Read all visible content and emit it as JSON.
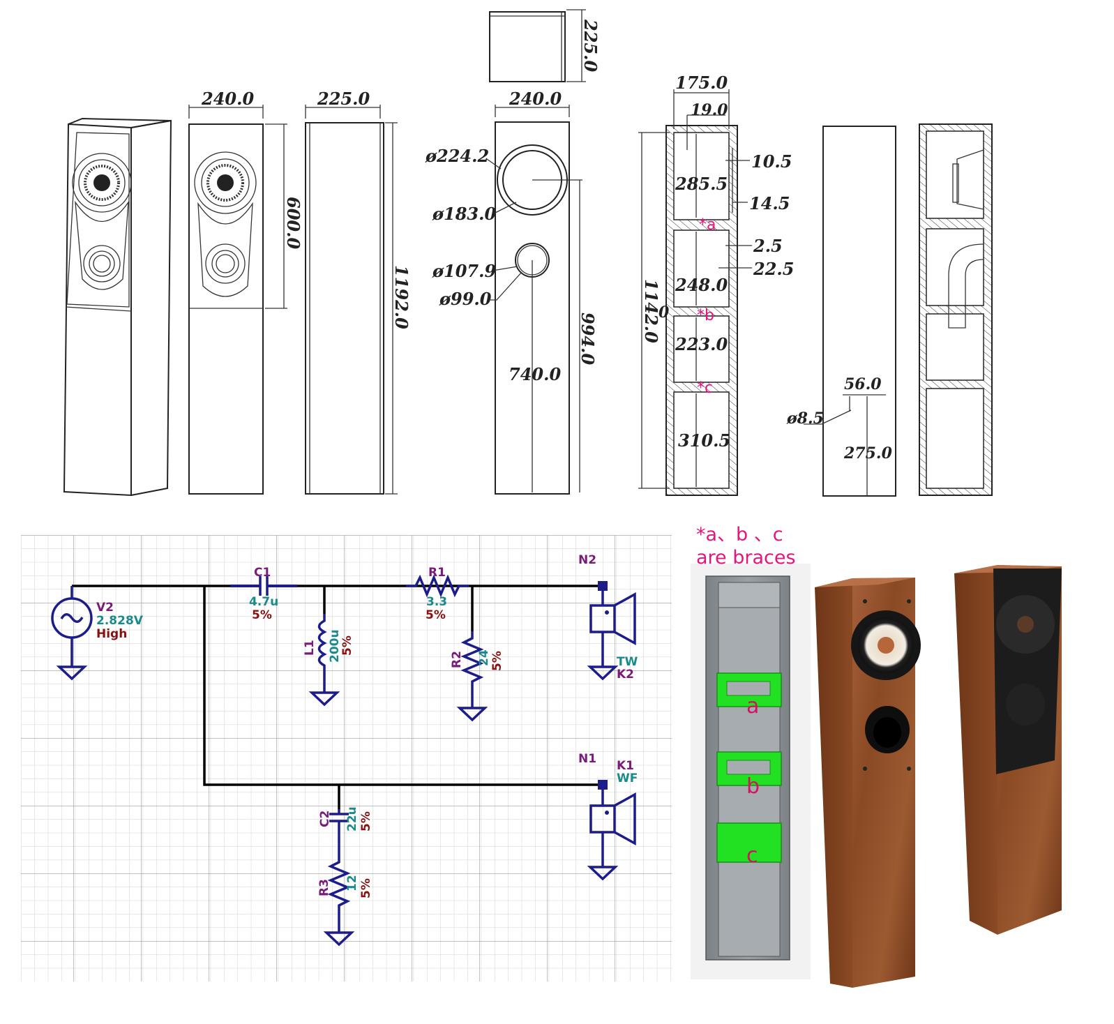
{
  "drawing": {
    "dims": {
      "top_depth": "225.0",
      "front_width": "240.0",
      "side_depth": "225.0",
      "baffle_width": "240.0",
      "height_600": "600.0",
      "height_1192": "1192.0",
      "dia_224": "ø224.2",
      "dia_183": "ø183.0",
      "dia_107": "ø107.9",
      "dia_99": "ø99.0",
      "h_994": "994.0",
      "h_740": "740.0",
      "inner_175": "175.0",
      "wall_19": "19.0",
      "d_10_5": "10.5",
      "d_14_5": "14.5",
      "d_2_5": "2.5",
      "d_22_5": "22.5",
      "c_285": "285.5",
      "c_248": "248.0",
      "c_223": "223.0",
      "c_310": "310.5",
      "h_1142": "1142.0",
      "zero": "0",
      "port_56": "56.0",
      "port_dia": "ø8.5",
      "port_275": "275.0"
    },
    "brace_markers": {
      "a": "*a",
      "b": "*b",
      "c": "*c"
    }
  },
  "schematic": {
    "nodes": {
      "n1": "N1",
      "n2": "N2"
    },
    "source": {
      "ref": "V2",
      "value": "2.828V",
      "extra": "High"
    },
    "c1": {
      "ref": "C1",
      "value": "4.7u",
      "tol": "5%"
    },
    "r1": {
      "ref": "R1",
      "value": "3.3",
      "tol": "5%"
    },
    "l1": {
      "ref": "L1",
      "value": "200u",
      "tol": "5%"
    },
    "r2": {
      "ref": "R2",
      "value": "24",
      "tol": "5%"
    },
    "c2": {
      "ref": "C2",
      "value": "22u",
      "tol": "5%"
    },
    "r3": {
      "ref": "R3",
      "value": "12",
      "tol": "5%"
    },
    "tweeter": {
      "line1": "TW",
      "line2": "K2"
    },
    "woofer": {
      "line1": "K1",
      "line2": "WF"
    }
  },
  "braces_note": {
    "line1": "*a、b 、c",
    "line2": "are braces",
    "labels": [
      "a",
      "b",
      "c"
    ]
  },
  "colors": {
    "brace_green": "#22e022",
    "brace_label": "#e6157d",
    "wood": "#8a4a24",
    "grille": "#1c1c1c",
    "wire": "#000000",
    "symbol": "#1c1c8a"
  }
}
